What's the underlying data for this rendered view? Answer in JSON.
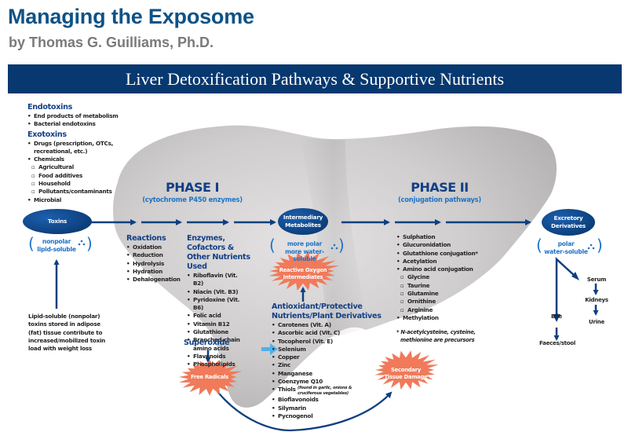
{
  "header": {
    "title": "Managing the Exposome",
    "author": "by Thomas G. Guilliams, Ph.D."
  },
  "banner": {
    "title": "Liver Detoxification Pathways & Supportive Nutrients"
  },
  "colors": {
    "navy": "#07386f",
    "heading_blue": "#123f86",
    "accent_blue": "#1e73c8",
    "liver_gray": "#c9c7c7",
    "burst_orange": "#f07a5a",
    "highlight_arrow": "#4fb0ea"
  },
  "toxins_source": {
    "endotoxins": {
      "heading": "Endotoxins",
      "items": [
        "End products of metabolism",
        "Bacterial endotoxins"
      ]
    },
    "exotoxins": {
      "heading": "Exotoxins",
      "items": [
        {
          "label": "Drugs (prescription, OTCs, recreational, etc.)",
          "level": 0
        },
        {
          "label": "Chemicals",
          "level": 0
        },
        {
          "label": "Agricultural",
          "level": 1
        },
        {
          "label": "Food additives",
          "level": 1
        },
        {
          "label": "Household",
          "level": 1
        },
        {
          "label": "Pollutants/contaminants",
          "level": 1
        },
        {
          "label": "Microbial",
          "level": 0
        }
      ]
    }
  },
  "nodes": {
    "toxins": {
      "label": "Toxins",
      "property_line1": "nonpolar",
      "property_line2": "lipid-soluble"
    },
    "intermediary": {
      "label_line1": "Intermediary",
      "label_line2": "Metabolites",
      "property_line1": "more polar",
      "property_line2": "more water-soluble"
    },
    "excretory": {
      "label_line1": "Excretory",
      "label_line2": "Derivatives",
      "property_line1": "polar",
      "property_line2": "water-soluble"
    }
  },
  "adipose_note": "Lipid-soluble (nonpolar) toxins stored in adipose (fat) tissue contribute to increased/mobilized toxin load with weight loss",
  "phase1": {
    "title": "PHASE I",
    "subtitle": "(cytochrome P450 enzymes)",
    "reactions": {
      "heading": "Reactions",
      "items": [
        "Oxidation",
        "Reduction",
        "Hydrolysis",
        "Hydration",
        "Dehalogenation"
      ]
    },
    "nutrients": {
      "heading_line1": "Enzymes, Cofactors &",
      "heading_line2": "Other Nutrients Used",
      "items": [
        "Riboflavin (Vit. B2)",
        "Niacin (Vit. B3)",
        "Pyridoxine (Vit. B6)",
        "Folic acid",
        "Vitamin B12",
        "Glutathione",
        "Branched-chain amino acids",
        "Flavonoids",
        "Phospholipids"
      ]
    },
    "superoxide": "Superoxide"
  },
  "bursts": {
    "free_radicals": "Free Radicals",
    "roi_line1": "Reactive Oxygen",
    "roi_line2": "Intermediates",
    "secondary_line1": "Secondary",
    "secondary_line2": "Tissue Damage"
  },
  "antioxidants": {
    "heading_line1": "Antioxidant/Protective",
    "heading_line2": "Nutrients/Plant Derivatives",
    "items": [
      "Carotenes (Vit. A)",
      "Ascorbic acid (Vit. C)",
      "Tocopherol (Vit. E)",
      "Selenium",
      "Copper",
      "Zinc",
      "Manganese",
      "Coenzyme Q10"
    ],
    "thiols_label": "Thiols",
    "thiols_note": "(found in garlic, onions & cruciferous vegetables)",
    "items_after": [
      "Bioflavonoids",
      "Silymarin",
      "Pycnogenol"
    ]
  },
  "phase2": {
    "title": "PHASE II",
    "subtitle": "(conjugation pathways)",
    "items": [
      {
        "label": "Sulphation",
        "level": 0
      },
      {
        "label": "Glucuronidation",
        "level": 0
      },
      {
        "label": "Glutathione conjugation*",
        "level": 0
      },
      {
        "label": "Acetylation",
        "level": 0
      },
      {
        "label": "Amino acid conjugation",
        "level": 0
      },
      {
        "label": "Glycine",
        "level": 1
      },
      {
        "label": "Taurine",
        "level": 1
      },
      {
        "label": "Glutamine",
        "level": 1
      },
      {
        "label": "Ornithine",
        "level": 1
      },
      {
        "label": "Arginine",
        "level": 1
      },
      {
        "label": "Methylation",
        "level": 0
      }
    ],
    "footnote_line1": "* N-acetylcysteine, cysteine,",
    "footnote_line2": "methionine are precursors"
  },
  "excretion": {
    "serum": "Serum",
    "kidneys": "Kidneys",
    "urine": "Urine",
    "bile": "Bile",
    "faeces": "Faeces/stool"
  }
}
